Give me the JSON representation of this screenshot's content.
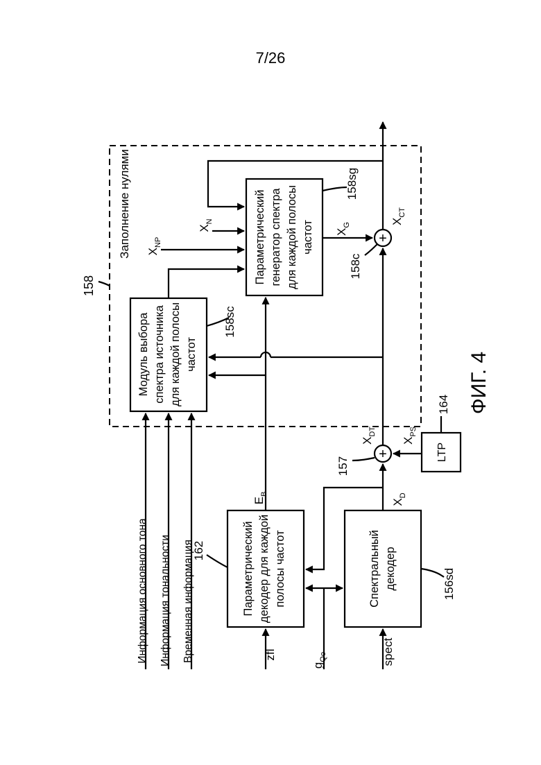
{
  "page_number": "7/26",
  "figure_caption": "ФИГ. 4",
  "zero_fill": {
    "ref": "158",
    "title": "Заполнение нулями"
  },
  "selector": {
    "ref": "158sc",
    "lines": [
      "Модуль выбора",
      "спектра источника",
      "для каждой полосы",
      "частот"
    ]
  },
  "generator": {
    "ref": "158sg",
    "lines": [
      "Параметрический",
      "генератор спектра",
      "для каждой полосы",
      "частот"
    ]
  },
  "param_decoder": {
    "ref": "162",
    "lines": [
      "Параметрический",
      "декодер для каждой",
      "полосы частот"
    ]
  },
  "spectral_decoder": {
    "ref": "156sd",
    "lines": [
      "Спектральный",
      "декодер"
    ]
  },
  "ltp": {
    "ref": "164",
    "label": "LTP"
  },
  "adders": {
    "dt": {
      "ref": "157",
      "symbol": "+"
    },
    "ct": {
      "ref": "158c",
      "symbol": "+"
    }
  },
  "inputs": {
    "pitch": "Информация основного тона",
    "tonality": "Информация тональности",
    "temporal": "Временная информация",
    "zfl": "zfl",
    "gqo": {
      "main": "g",
      "sub": "Qo"
    },
    "spect": "spect"
  },
  "signals": {
    "eb": {
      "main": "E",
      "sub": "B"
    },
    "xd": {
      "main": "X",
      "sub": "D"
    },
    "xdt": {
      "main": "X",
      "sub": "DT"
    },
    "xps": {
      "main": "X",
      "sub": "PS"
    },
    "xnp": {
      "main": "X",
      "sub": "NP"
    },
    "xn": {
      "main": "X",
      "sub": "N"
    },
    "xg": {
      "main": "X",
      "sub": "G"
    },
    "xct": {
      "main": "X",
      "sub": "CT"
    }
  }
}
